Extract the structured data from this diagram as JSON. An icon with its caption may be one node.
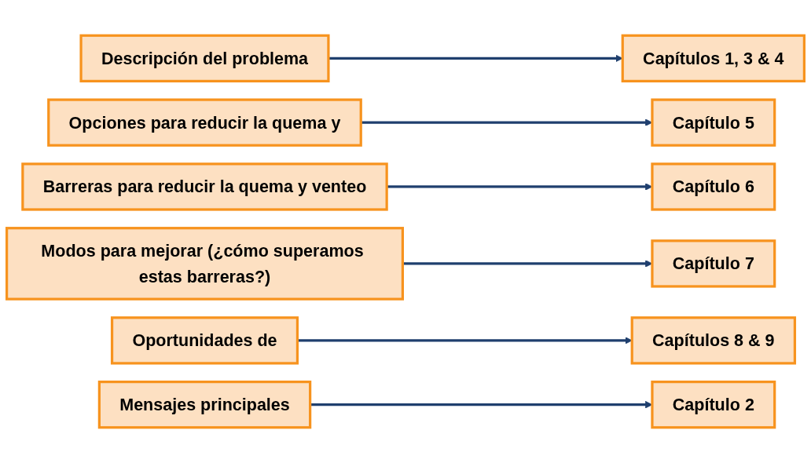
{
  "diagram": {
    "nodes": [
      {
        "text": [
          "Descripción del problema"
        ]
      },
      {
        "text": [
          "Capítulos 1, 3 & 4"
        ]
      },
      {
        "text": [
          "Opciones para reducir la quema y"
        ]
      },
      {
        "text": [
          "Capítulo 5"
        ]
      },
      {
        "text": [
          "Barreras para reducir la quema y venteo"
        ]
      },
      {
        "text": [
          "Capítulo 6"
        ]
      },
      {
        "text": [
          "Modos para mejorar (¿cómo superamos estas barreras?)"
        ]
      },
      {
        "text": [
          "Capítulo 7"
        ]
      },
      {
        "text": [
          "Oportunidades de"
        ]
      },
      {
        "text": [
          "Capítulos 8 & 9"
        ]
      },
      {
        "text": [
          "Mensajes principales"
        ]
      },
      {
        "text": [
          "Capítulo 2"
        ]
      }
    ],
    "edges": [
      {
        "from": 0,
        "to": 1,
        "arrow": "to"
      },
      {
        "from": 2,
        "to": 3,
        "arrow": "to"
      },
      {
        "from": 4,
        "to": 5,
        "arrow": "to"
      },
      {
        "from": 6,
        "to": 7,
        "arrow": "to"
      },
      {
        "from": 8,
        "to": 9,
        "arrow": "to"
      },
      {
        "from": 10,
        "to": 11,
        "arrow": "to"
      }
    ]
  }
}
